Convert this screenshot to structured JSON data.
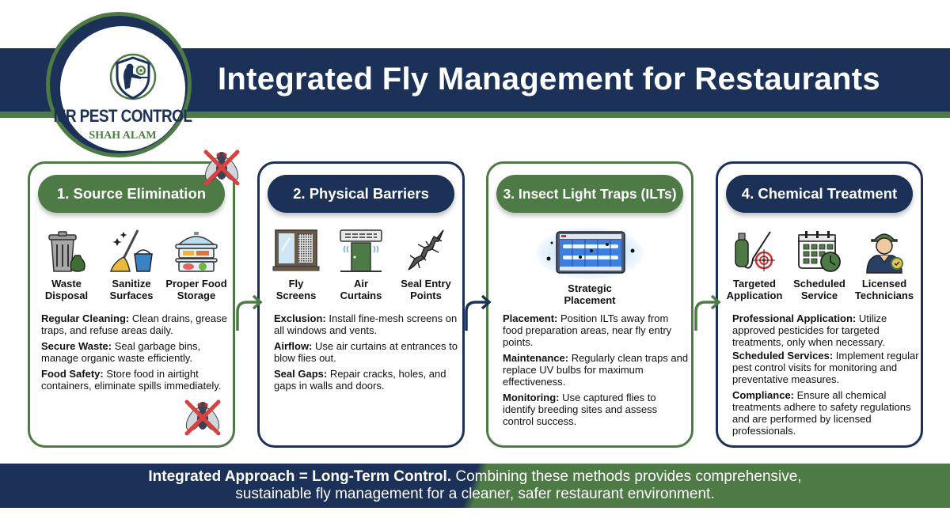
{
  "logo": {
    "icon": "shield-exterminator-gear-icon",
    "name": "MR PEST CONTROL",
    "location": "SHAH ALAM"
  },
  "header": {
    "title": "Integrated Fly Management for Restaurants"
  },
  "colors": {
    "navy": "#1b3158",
    "green": "#4d7a45",
    "white": "#ffffff"
  },
  "cards": [
    {
      "title": "1. Source Elimination",
      "accent": "green",
      "icons": [
        {
          "icon": "trash-bin-icon",
          "label_line1": "Waste",
          "label_line2": "Disposal"
        },
        {
          "icon": "mop-bucket-icon",
          "label_line1": "Sanitize",
          "label_line2": "Surfaces"
        },
        {
          "icon": "food-container-icon",
          "label_line1": "Proper Food",
          "label_line2": "Storage"
        }
      ],
      "points": [
        {
          "term": "Regular Cleaning:",
          "text": " Clean drains, grease traps, and refuse areas daily."
        },
        {
          "term": "Secure Waste:",
          "text": " Seal garbage bins, manage organic waste efficiently."
        },
        {
          "term": "Food Safety:",
          "text": " Store food in airtight containers, eliminate spills immediately."
        }
      ]
    },
    {
      "title": "2. Physical Barriers",
      "accent": "blue",
      "icons": [
        {
          "icon": "window-screen-icon",
          "label_line1": "Fly",
          "label_line2": "Screens"
        },
        {
          "icon": "air-curtain-door-icon",
          "label_line1": "Air",
          "label_line2": "Curtains"
        },
        {
          "icon": "wall-crack-icon",
          "label_line1": "Seal Entry",
          "label_line2": "Points"
        }
      ],
      "points": [
        {
          "term": "Exclusion:",
          "text": " Install fine-mesh screens on all windows and vents."
        },
        {
          "term": "Airflow:",
          "text": " Use air curtains at entrances to blow flies out."
        },
        {
          "term": "Seal Gaps:",
          "text": " Repair cracks, holes, and gaps in walls and doors."
        }
      ]
    },
    {
      "title": "3. Insect Light Traps (ILTs)",
      "accent": "green",
      "icons": [
        {
          "icon": "uv-light-trap-icon",
          "label_line1": "Strategic",
          "label_line2": "Placement"
        }
      ],
      "points": [
        {
          "term": "Placement:",
          "text": " Position ILTs away from food preparation areas, near fly entry points."
        },
        {
          "term": "Maintenance:",
          "text": " Regularly clean traps and replace UV bulbs for maximum effectiveness."
        },
        {
          "term": "Monitoring:",
          "text": " Use captured flies to identify breeding sites and assess control success."
        }
      ]
    },
    {
      "title": "4. Chemical Treatment",
      "accent": "blue",
      "icons": [
        {
          "icon": "sprayer-target-icon",
          "label_line1": "Targeted",
          "label_line2": "Application"
        },
        {
          "icon": "calendar-clock-icon",
          "label_line1": "Scheduled",
          "label_line2": "Service"
        },
        {
          "icon": "technician-badge-icon",
          "label_line1": "Licensed",
          "label_line2": "Technicians"
        }
      ],
      "points": [
        {
          "term": "Professional Application:",
          "text": " Utilize approved pesticides for targeted treatments, only when necessary."
        },
        {
          "term": "Scheduled Services:",
          "text": " Implement regular pest control visits for monitoring and preventative measures."
        },
        {
          "term": "Compliance:",
          "text": " Ensure all chemical treatments adhere to safety regulations and are performed by licensed professionals."
        }
      ]
    }
  ],
  "decorations": {
    "fly_icon": "crossed-out-fly-icon",
    "connector_icon": "curved-arrow-right-icon"
  },
  "footer": {
    "headline": "Integrated Approach = Long-Term Control.",
    "text_line1": " Combining these methods provides comprehensive,",
    "text_line2": "sustainable fly management for a cleaner, safer restaurant environment."
  }
}
